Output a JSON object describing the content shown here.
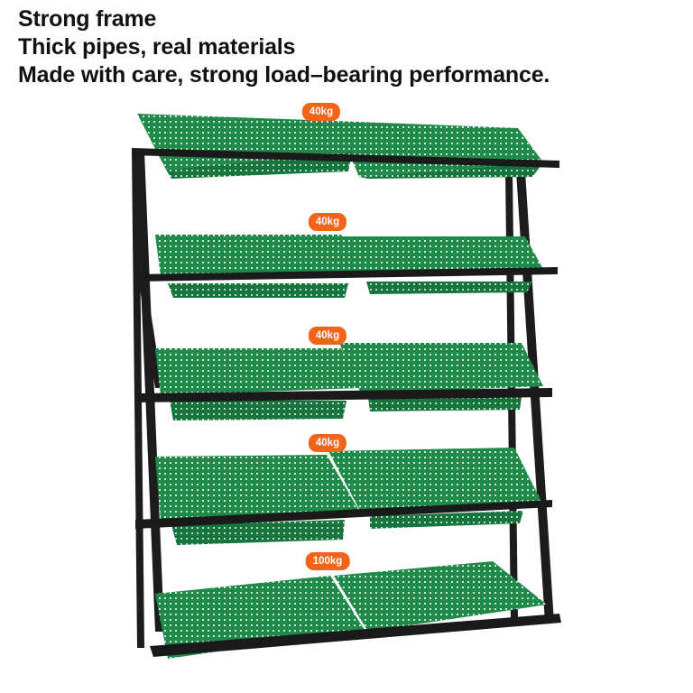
{
  "headline": {
    "line1": "Strong frame",
    "line2": "Thick pipes, real materials",
    "line3": "Made with care, strong load–bearing performance."
  },
  "product": {
    "name": "5-tier slanted display rack with green baskets",
    "colors": {
      "frame": "#1a1a1a",
      "basket": "#1f8a4a",
      "basket_dark": "#166a37",
      "badge": "#f26419"
    },
    "tiers": [
      {
        "index": 1,
        "capacity": "40kg"
      },
      {
        "index": 2,
        "capacity": "40kg"
      },
      {
        "index": 3,
        "capacity": "40kg"
      },
      {
        "index": 4,
        "capacity": "40kg"
      },
      {
        "index": 5,
        "capacity": "100kg"
      }
    ]
  }
}
